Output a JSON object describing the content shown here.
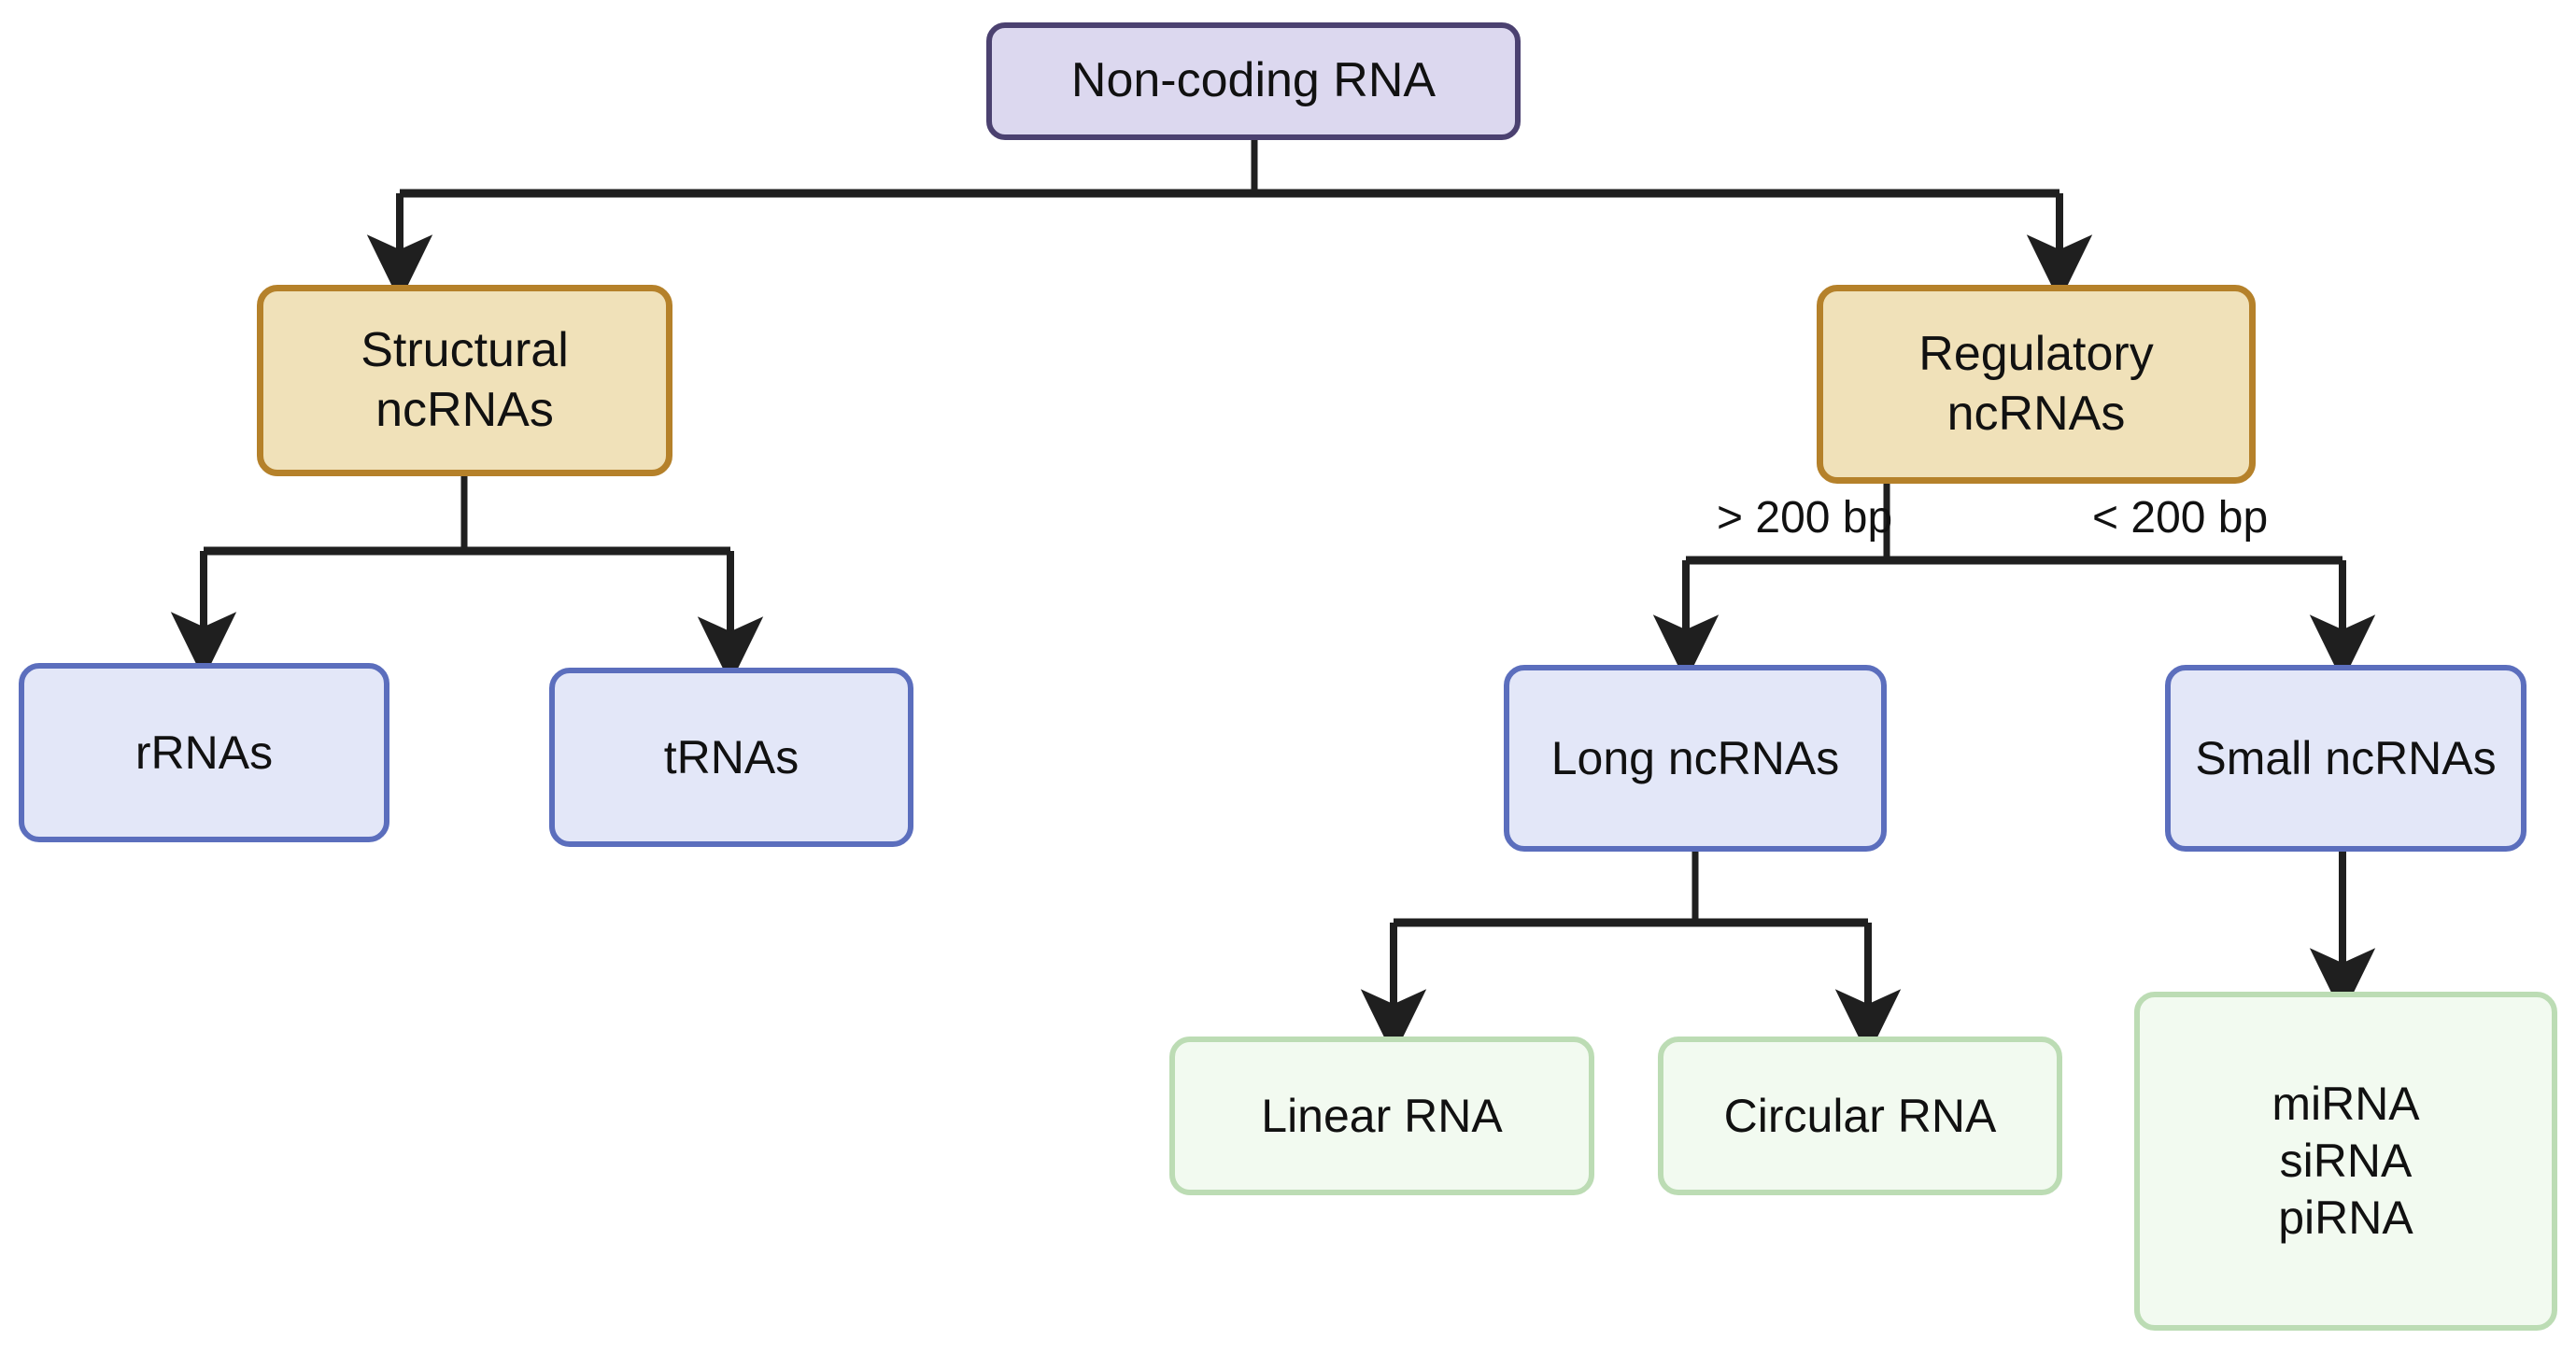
{
  "diagram": {
    "title": "Non-coding RNA classification",
    "background": "#ffffff",
    "palette": {
      "root_fill": "#dcd8ef",
      "root_stroke": "#4b4170",
      "category_fill": "#f0e1b9",
      "category_stroke": "#b5812a",
      "class_fill": "#e3e7f8",
      "class_stroke": "#5b6ebd",
      "leaf_fill": "#f2faf0",
      "leaf_stroke": "#bcdcb4",
      "connector": "#1f1f1f",
      "text": "#111111"
    },
    "nodes": {
      "root": {
        "label": "Non-coding RNA",
        "type": "root"
      },
      "structural": {
        "label": "Structural\nncRNAs",
        "type": "category"
      },
      "regulatory": {
        "label": "Regulatory\nncRNAs",
        "type": "category"
      },
      "rrnas": {
        "label": "rRNAs",
        "type": "class"
      },
      "trnas": {
        "label": "tRNAs",
        "type": "class"
      },
      "long_ncrnas": {
        "label": "Long ncRNAs",
        "type": "class"
      },
      "small_ncrnas": {
        "label": "Small ncRNAs",
        "type": "class"
      },
      "linear_rna": {
        "label": "Linear RNA",
        "type": "leaf"
      },
      "circular_rna": {
        "label": "Circular RNA",
        "type": "leaf"
      },
      "small_rna_list": {
        "label": "miRNA\nsiRNA\npiRNA",
        "type": "leaf"
      }
    },
    "edge_labels": {
      "long_branch": "> 200 bp",
      "small_branch": "< 200 bp"
    }
  }
}
